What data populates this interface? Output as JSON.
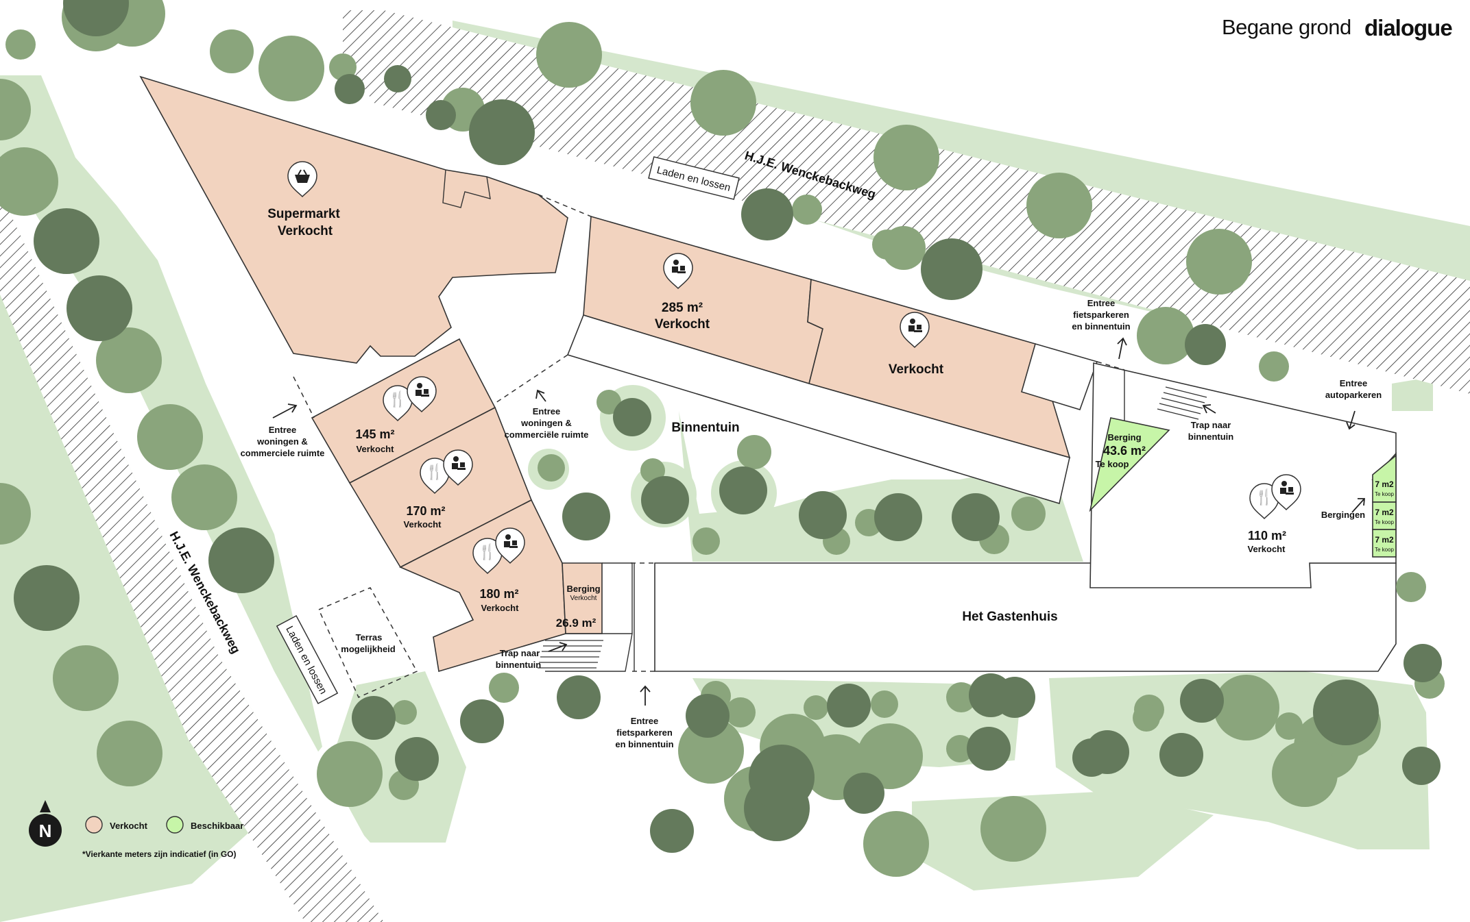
{
  "header": {
    "title": "Begane grond",
    "brand": "dialogue"
  },
  "colors": {
    "sold": "#f2d3bf",
    "available": "#c7f5a8",
    "lawn": "#d3e6ca",
    "tree_light": "#8aa57c",
    "tree_dark": "#647a5c",
    "tree_halo": "#d3e6ca"
  },
  "streets": {
    "north": "H.J.E. Wenckebackweg",
    "west": "H.J.E. Wenckebackweg"
  },
  "loading": {
    "north": "Laden en lossen",
    "west": "Laden en lossen"
  },
  "units": {
    "supermarket": {
      "name": "Supermarkt",
      "status": "Verkocht",
      "icon": "shopping-basket-icon"
    },
    "north_a": {
      "area": "285 m²",
      "status": "Verkocht",
      "icon": "desk-worker-icon"
    },
    "north_b": {
      "status": "Verkocht",
      "icon": "desk-worker-icon"
    },
    "u145": {
      "area": "145 m²",
      "status": "Verkocht"
    },
    "u170": {
      "area": "170 m²",
      "status": "Verkocht"
    },
    "u180": {
      "area": "180 m²",
      "status": "Verkocht"
    },
    "berging_small": {
      "name": "Berging",
      "status": "Verkocht",
      "area": "26.9 m²"
    },
    "berging_green": {
      "name": "Berging",
      "area": "43.6 m²",
      "status": "Te koop"
    },
    "u110": {
      "area": "110 m²",
      "status": "Verkocht"
    },
    "storage": [
      {
        "area": "7 m2",
        "status": "Te koop"
      },
      {
        "area": "7 m2",
        "status": "Te koop"
      },
      {
        "area": "7 m2",
        "status": "Te koop"
      }
    ]
  },
  "areas": {
    "courtyard": "Binnentuin",
    "guesthouse": "Het Gastenhuis",
    "storage_group": "Bergingen"
  },
  "annotations": {
    "entree_west": [
      "Entree",
      "woningen &",
      "commerciele ruimte"
    ],
    "entree_mid": [
      "Entree",
      "woningen &",
      "commerciële ruimte"
    ],
    "entree_bike_north": [
      "Entree",
      "fietsparkeren",
      "en binnentuin"
    ],
    "entree_bike_south": [
      "Entree",
      "fietsparkeren",
      "en binnentuin"
    ],
    "entree_car": [
      "Entree",
      "autoparkeren"
    ],
    "stair_east": [
      "Trap naar",
      "binnentuin"
    ],
    "stair_west": [
      "Trap naar",
      "binnentuin"
    ],
    "terrace": [
      "Terras",
      "mogelijkheid"
    ]
  },
  "legend": {
    "sold": "Verkocht",
    "available": "Beschikbaar",
    "north": "N",
    "footnote": "*Vierkante meters zijn indicatief (in GO)"
  }
}
